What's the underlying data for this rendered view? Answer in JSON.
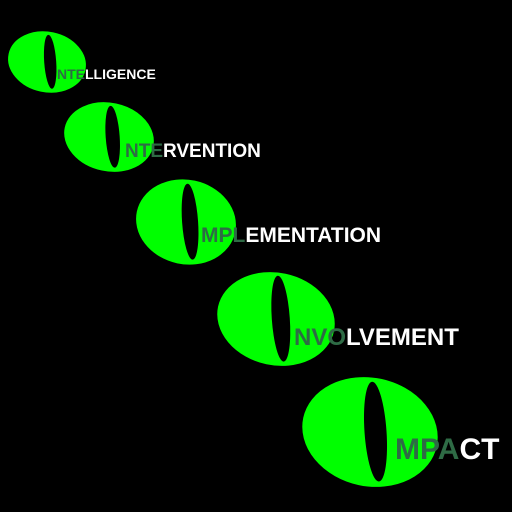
{
  "colors": {
    "background": "#000000",
    "eye_fill": "#00ff00",
    "pupil": "#000000",
    "outline": "#000000",
    "text_dark": "#2e6b45",
    "text_light": "#ffffff"
  },
  "eyes": [
    {
      "word": "INTELLIGENCE",
      "dark_part": "NTE",
      "light_part": "LLIGENCE"
    },
    {
      "word": "INTERVENTION",
      "dark_part": "NTE",
      "light_part": "RVENTION"
    },
    {
      "word": "IMPLEMENTATION",
      "dark_part": "MPL",
      "light_part": "EMENTATION"
    },
    {
      "word": "INVOLVEMENT",
      "dark_part": "NVO",
      "light_part": "LVEMENT"
    },
    {
      "word": "IMPACT",
      "dark_part": "MPA",
      "light_part": "CT"
    }
  ]
}
